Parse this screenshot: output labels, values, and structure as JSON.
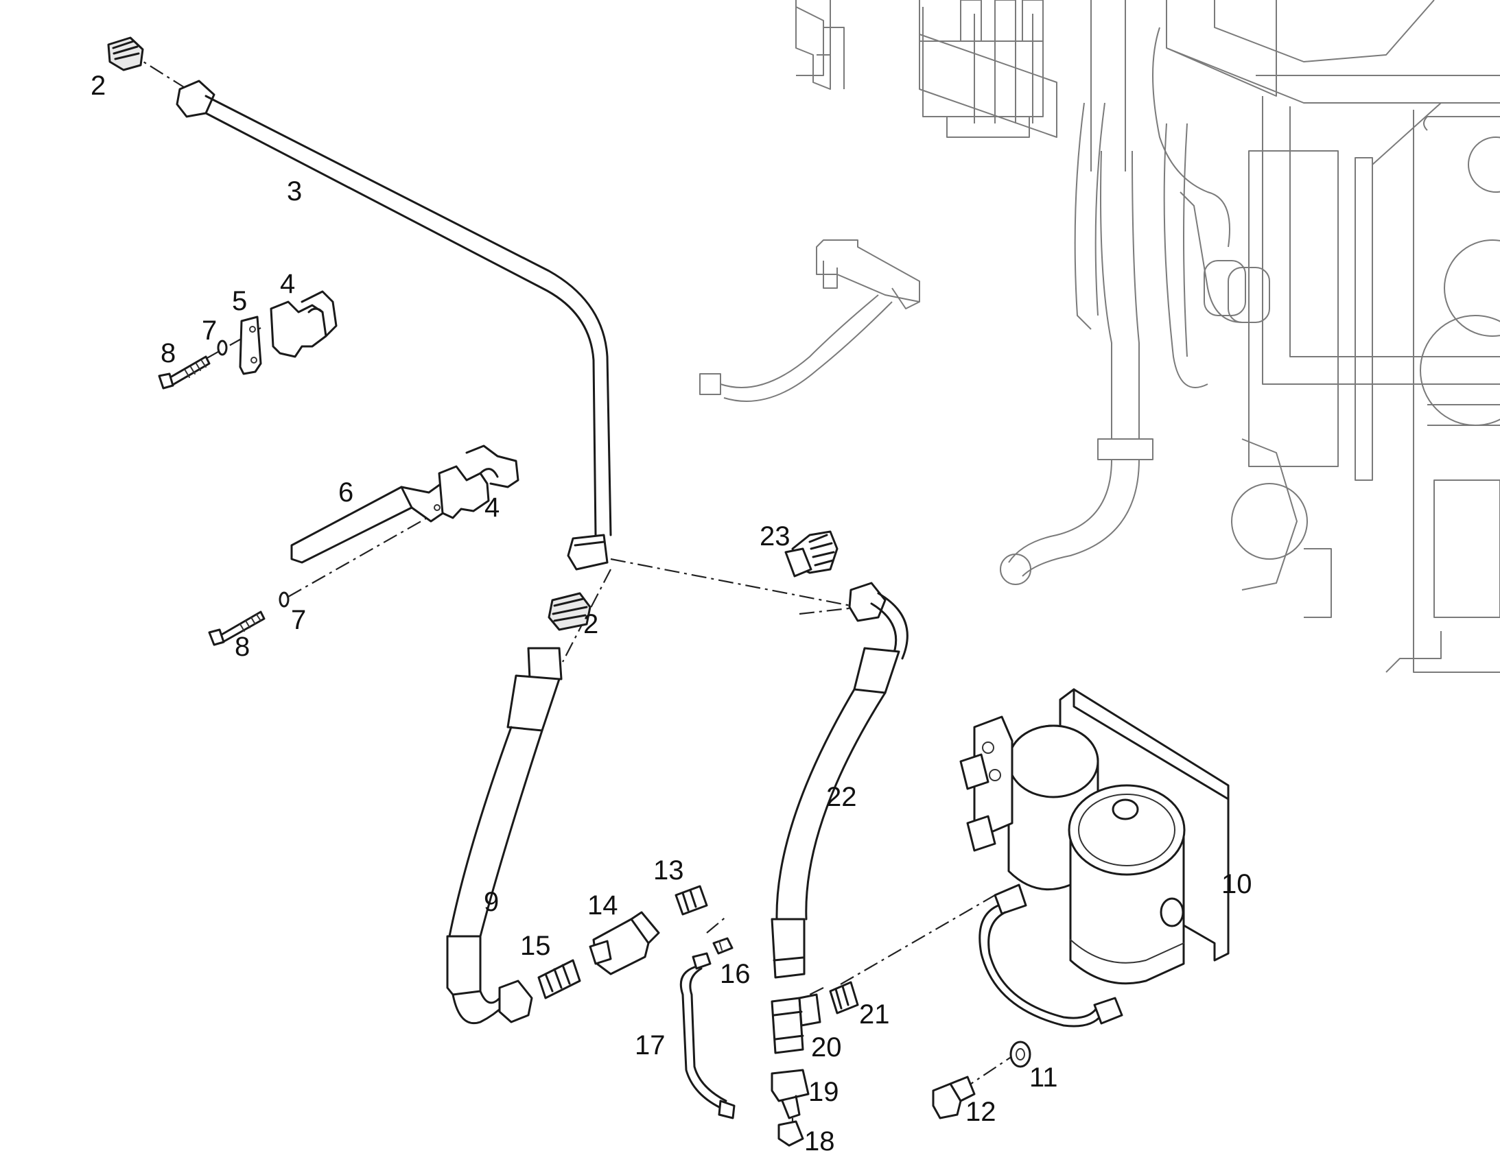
{
  "diagram": {
    "labels": {
      "p2a": "2",
      "p2b": "2",
      "p3": "3",
      "p4a": "4",
      "p4b": "4",
      "p5": "5",
      "p6": "6",
      "p7a": "7",
      "p7b": "7",
      "p8a": "8",
      "p8b": "8",
      "p9": "9",
      "p10": "10",
      "p11": "11",
      "p12": "12",
      "p13": "13",
      "p14": "14",
      "p15": "15",
      "p16": "16",
      "p17": "17",
      "p18": "18",
      "p19": "19",
      "p20": "20",
      "p21": "21",
      "p22": "22",
      "p23": "23"
    }
  }
}
